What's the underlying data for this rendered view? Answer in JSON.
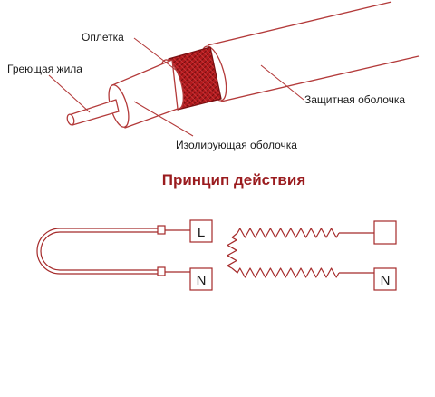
{
  "cable": {
    "labels": {
      "braid": "Оплетка",
      "core": "Греющая жила",
      "jacket": "Защитная оболочка",
      "insulation": "Изолирующая оболочка"
    }
  },
  "principle": {
    "title": "Принцип действия",
    "left_terminals": [
      "L",
      "N"
    ],
    "right_terminals": [
      "",
      "N"
    ]
  },
  "colors": {
    "accent": "#9a1b1e",
    "line": "#a52a2a",
    "text": "#1a1a1a"
  }
}
